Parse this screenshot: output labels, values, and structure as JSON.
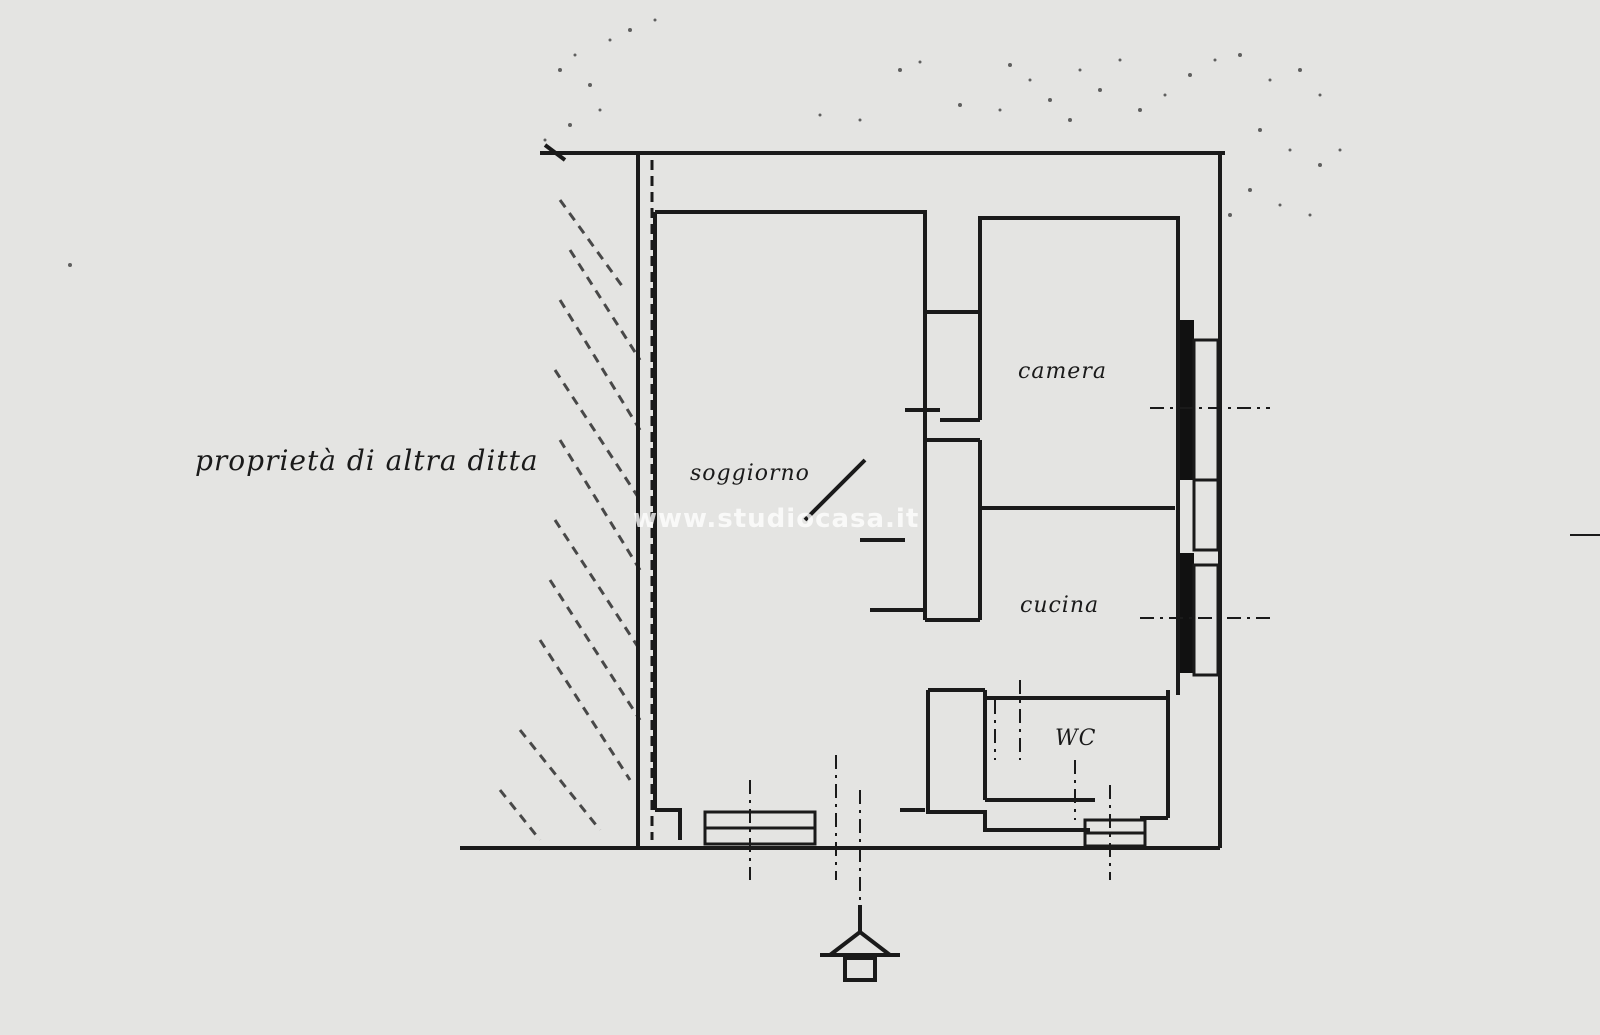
{
  "labels": {
    "neighbor_property": "proprietà di altra ditta",
    "room_left": "soggiorno",
    "room_top_right": "camera",
    "room_mid_right": "cucina",
    "room_wc": "WC"
  },
  "watermark": "www.studiocasa.it",
  "icons": {
    "entrance": "entrance-arrow-icon"
  },
  "colors": {
    "paper": "#e4e4e2",
    "ink": "#1a1a1a",
    "watermark": "#ffffff"
  }
}
